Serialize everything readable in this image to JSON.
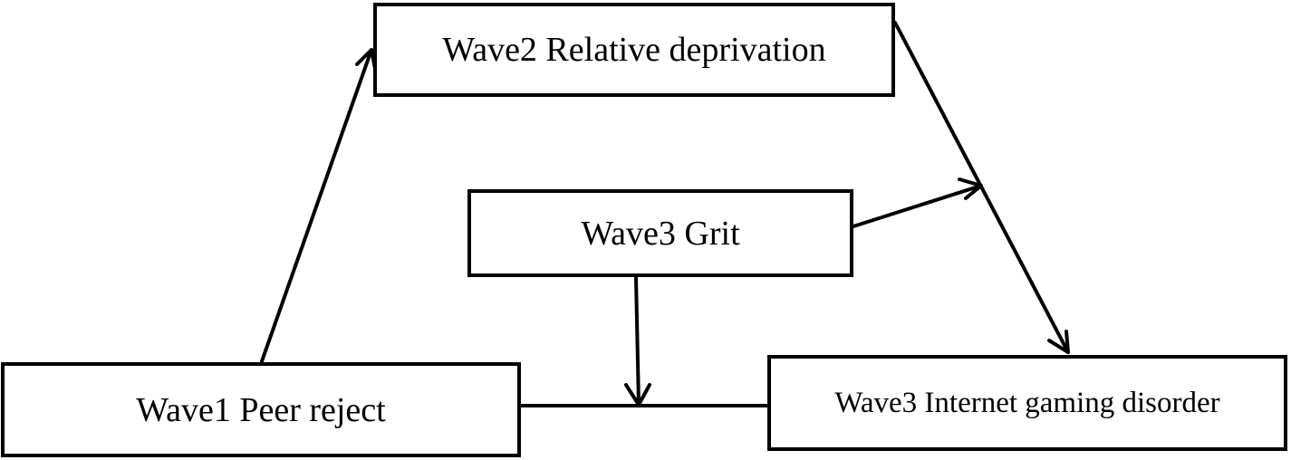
{
  "diagram": {
    "nodes": [
      {
        "id": "pr",
        "label": "Wave1 Peer reject"
      },
      {
        "id": "rd",
        "label": "Wave2 Relative deprivation"
      },
      {
        "id": "grit",
        "label": "Wave3 Grit"
      },
      {
        "id": "igd",
        "label": "Wave3 Internet gaming disorder"
      }
    ],
    "edges": [
      {
        "from": "Wave1 Peer reject",
        "to": "Wave2 Relative deprivation"
      },
      {
        "from": "Wave2 Relative deprivation",
        "to": "Wave3 Internet gaming disorder"
      },
      {
        "from": "Wave1 Peer reject",
        "to": "Wave3 Internet gaming disorder"
      },
      {
        "from": "Wave3 Grit",
        "to": "Wave2 Relative deprivation → Wave3 Internet gaming disorder path"
      },
      {
        "from": "Wave3 Grit",
        "to": "Wave1 Peer reject → Wave3 Internet gaming disorder path"
      }
    ],
    "line_color": "#000000",
    "background_color": "#ffffff"
  }
}
